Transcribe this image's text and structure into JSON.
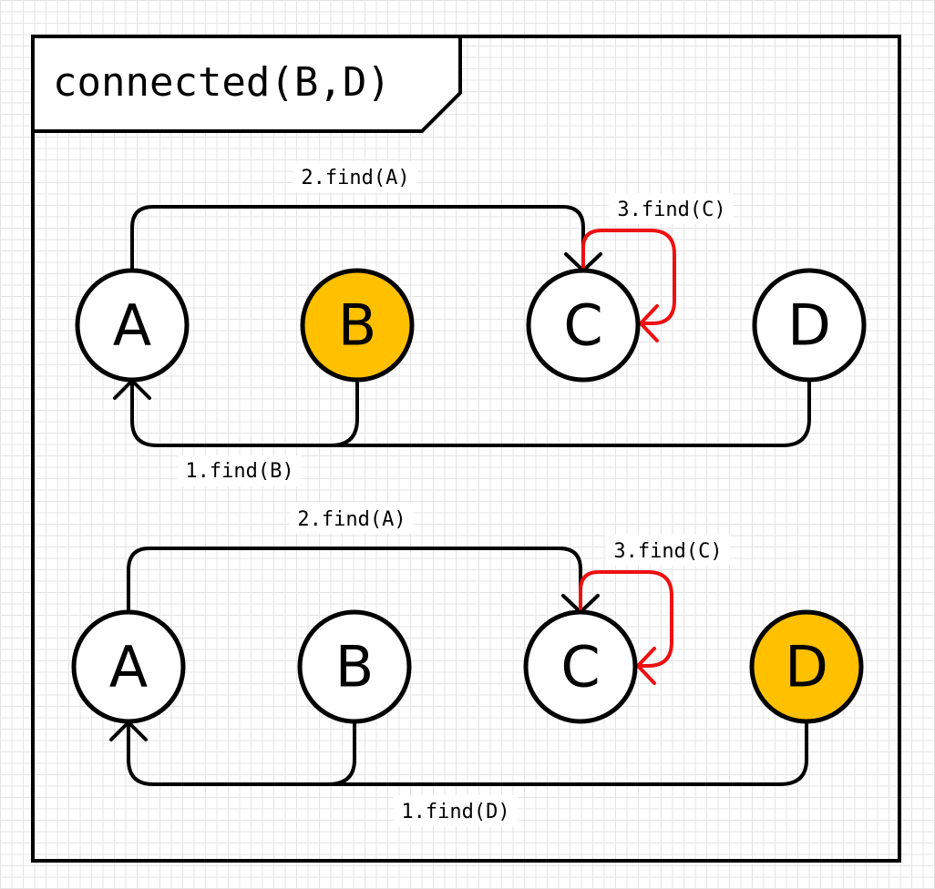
{
  "title": "connected(B,D)",
  "colors": {
    "highlight": "#ffc000",
    "node_fill": "#ffffff",
    "self_loop": "#ee1111"
  },
  "diagrams": [
    {
      "nodes": [
        {
          "label": "A",
          "highlighted": false
        },
        {
          "label": "B",
          "highlighted": true
        },
        {
          "label": "C",
          "highlighted": false
        },
        {
          "label": "D",
          "highlighted": false
        }
      ],
      "steps": {
        "find_a": "2.find(A)",
        "find_c": "3.find(C)",
        "find_start": "1.find(B)"
      }
    },
    {
      "nodes": [
        {
          "label": "A",
          "highlighted": false
        },
        {
          "label": "B",
          "highlighted": false
        },
        {
          "label": "C",
          "highlighted": false
        },
        {
          "label": "D",
          "highlighted": true
        }
      ],
      "steps": {
        "find_a": "2.find(A)",
        "find_c": "3.find(C)",
        "find_start": "1.find(D)"
      }
    }
  ]
}
